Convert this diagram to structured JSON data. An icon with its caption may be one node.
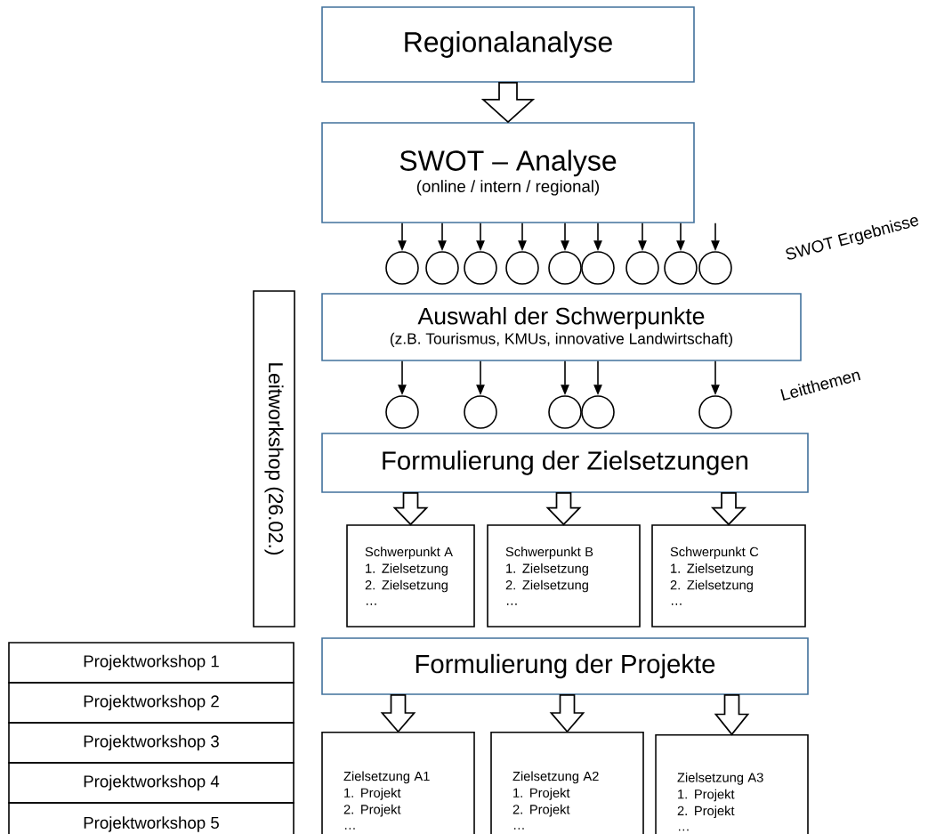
{
  "diagram": {
    "nodes": [
      {
        "text": [
          "Regionalanalyse"
        ]
      },
      {
        "text": [
          "SWOT – Analyse",
          "(online / intern / regional)"
        ]
      },
      {
        "text": [],
        "shape": "circle"
      },
      {
        "text": [],
        "shape": "circle"
      },
      {
        "text": [],
        "shape": "circle"
      },
      {
        "text": [],
        "shape": "circle"
      },
      {
        "text": [],
        "shape": "circle"
      },
      {
        "text": [],
        "shape": "circle"
      },
      {
        "text": [],
        "shape": "circle"
      },
      {
        "text": [],
        "shape": "circle"
      },
      {
        "text": [],
        "shape": "circle"
      },
      {
        "text": [
          "Auswahl der Schwerpunkte",
          "(z.B. Tourismus, KMUs, innovative Landwirtschaft)"
        ]
      },
      {
        "text": [],
        "shape": "circle"
      },
      {
        "text": [],
        "shape": "circle"
      },
      {
        "text": [],
        "shape": "circle"
      },
      {
        "text": [],
        "shape": "circle"
      },
      {
        "text": [],
        "shape": "circle"
      },
      {
        "text": [
          "Formulierung der Zielsetzungen"
        ]
      },
      {
        "text": [
          "Schwerpunkt A",
          "1. Zielsetzung",
          "2. Zielsetzung",
          "…"
        ]
      },
      {
        "text": [
          "Schwerpunkt B",
          "1. Zielsetzung",
          "2. Zielsetzung",
          "…"
        ]
      },
      {
        "text": [
          "Schwerpunkt C",
          "1. Zielsetzung",
          "2. Zielsetzung",
          "…"
        ]
      },
      {
        "text": [
          "Leitworkshop (26.02.)"
        ]
      },
      {
        "text": [
          "Projektworkshop 1"
        ]
      },
      {
        "text": [
          "Projektworkshop 2"
        ]
      },
      {
        "text": [
          "Projektworkshop 3"
        ]
      },
      {
        "text": [
          "Projektworkshop 4"
        ]
      },
      {
        "text": [
          "Projektworkshop 5"
        ]
      },
      {
        "text": [
          "Formulierung der Projekte"
        ]
      },
      {
        "text": [
          "Zielsetzung A1",
          "1. Projekt",
          "2. Projekt",
          "…"
        ]
      },
      {
        "text": [
          "Zielsetzung A2",
          "1. Projekt",
          "2. Projekt",
          "…"
        ]
      },
      {
        "text": [
          "Zielsetzung A3",
          "1. Projekt",
          "2. Projekt",
          "…"
        ]
      }
    ],
    "edges": [
      {
        "from": 0,
        "to": 1,
        "arrow": "to",
        "style": "thick"
      },
      {
        "from": 1,
        "to": 2,
        "arrow": "to"
      },
      {
        "from": 1,
        "to": 3,
        "arrow": "to"
      },
      {
        "from": 1,
        "to": 4,
        "arrow": "to"
      },
      {
        "from": 1,
        "to": 5,
        "arrow": "to"
      },
      {
        "from": 1,
        "to": 6,
        "arrow": "to"
      },
      {
        "from": 1,
        "to": 7,
        "arrow": "to"
      },
      {
        "from": 1,
        "to": 8,
        "arrow": "to"
      },
      {
        "from": 1,
        "to": 9,
        "arrow": "to"
      },
      {
        "from": 1,
        "to": 10,
        "arrow": "to"
      },
      {
        "from": 11,
        "to": 12,
        "arrow": "to"
      },
      {
        "from": 11,
        "to": 13,
        "arrow": "to"
      },
      {
        "from": 11,
        "to": 14,
        "arrow": "to"
      },
      {
        "from": 11,
        "to": 15,
        "arrow": "to"
      },
      {
        "from": 11,
        "to": 16,
        "arrow": "to"
      },
      {
        "from": 17,
        "to": 18,
        "arrow": "to",
        "style": "thick"
      },
      {
        "from": 17,
        "to": 19,
        "arrow": "to",
        "style": "thick"
      },
      {
        "from": 17,
        "to": 20,
        "arrow": "to",
        "style": "thick"
      },
      {
        "from": 27,
        "to": 28,
        "arrow": "to",
        "style": "thick"
      },
      {
        "from": 27,
        "to": 29,
        "arrow": "to",
        "style": "thick"
      },
      {
        "from": 27,
        "to": 30,
        "arrow": "to",
        "style": "thick"
      }
    ],
    "labels": [
      "SWOT Ergebnisse",
      "Leitthemen"
    ]
  }
}
